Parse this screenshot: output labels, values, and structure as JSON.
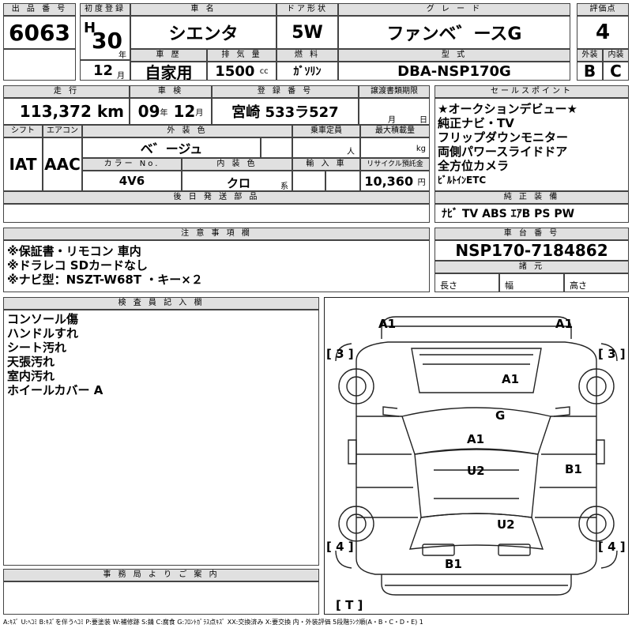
{
  "header": {
    "lot_label": "出 品 番 号",
    "lot": "6063",
    "first_reg_label": "初度登録",
    "era": "H",
    "year": "30",
    "year_unit": "年",
    "month": "12",
    "month_unit": "月",
    "name_label": "車 名",
    "name": "シエンタ",
    "door_label": "ドア形状",
    "door": "5W",
    "grade_label": "グ レ ー ド",
    "grade": "ファンベ゛ースG",
    "score_label": "評価点",
    "score": "4",
    "history_label": "車 歴",
    "history": "自家用",
    "disp_label": "排 気 量",
    "disp": "1500",
    "disp_unit": "cc",
    "fuel_label": "燃 料",
    "fuel": "ｶﾞｿﾘﾝ",
    "model_label": "型 式",
    "model": "DBA-NSP170G",
    "ext_label": "外装",
    "ext": "B",
    "int_label": "内装",
    "int": "C"
  },
  "row2": {
    "mileage_label": "走 行",
    "mileage": "113,372",
    "mileage_unit": "km",
    "inspect_label": "車 検",
    "inspect_y": "09",
    "inspect_yu": "年",
    "inspect_m": "12",
    "inspect_mu": "月",
    "plate_label": "登 録 番 号",
    "plate": "宮崎 533ラ527",
    "transfer_label": "譲渡書類期限",
    "transfer_m": "月",
    "transfer_d": "日",
    "shift_label": "シフト",
    "shift": "IAT",
    "ac_label": "エアコン",
    "ac": "AAC",
    "color_label": "外 装 色",
    "color": "ベ゛ージュ",
    "capacity_label": "乗車定員",
    "capacity_unit": "人",
    "load_label": "最大積載量",
    "load_unit": "kg",
    "colorno_label": "カラー No.",
    "colorno": "4V6",
    "intcolor_label": "内 装 色",
    "intcolor": "クロ",
    "intcolor_unit": "系",
    "import_label": "輸 入 車",
    "recycle_label": "リサイクル預託金",
    "recycle": "10,360",
    "recycle_unit": "円",
    "later_label": "後 日 発 送 部 品"
  },
  "sales": {
    "label": "セールスポイント",
    "items": [
      "★オークションデビュー★",
      "純正ナビ・TV",
      "フリップダウンモニター",
      "両側パワースライドドア",
      "全方位カメラ",
      "ﾋﾞﾙﾄｲﾝETC"
    ],
    "equip_label": "純 正 装 備",
    "equip": "ﾅﾋﾞ TV ABS ｴｱB PS PW"
  },
  "notes": {
    "label": "注 意 事 項 欄",
    "items": [
      "※保証書・リモコン 車内",
      "※ドラレコ SDカードなし",
      "※ナビ型：NSZT-W68T ・キー×２"
    ]
  },
  "chassis": {
    "label": "車 台 番 号",
    "value": "NSP170-7184862",
    "spec_label": "諸 元",
    "len": "長さ",
    "wid": "幅",
    "hgt": "高さ"
  },
  "inspector": {
    "label": "検 査 員 記 入 欄",
    "items": [
      "コンソール傷",
      "ハンドルすれ",
      "シート汚れ",
      "天張汚れ",
      "室内汚れ",
      "ホイールカバー A"
    ]
  },
  "office": {
    "label": "事 務 局 よ り ご 案 内"
  },
  "diagram": {
    "marks": [
      "A1",
      "A1",
      "A1",
      "G",
      "A1",
      "U2",
      "B1",
      "U2",
      "B1"
    ],
    "brackets": [
      "[ 3 ]",
      "[ 3 ]",
      "[ 4 ]",
      "[ 4 ]",
      "[ T ]"
    ]
  },
  "legend": "A:ｷｽﾞ U:ﾍｺﾐ B:ｷｽﾞを伴うﾍｺﾐ P:要塗装 W:補修跡 S:錆 C:腐食 G:ﾌﾛﾝﾄｶﾞﾗｽ点ｷｽﾞ XX:交換済み X:要交換 内・外装評価 5段階ﾗﾝｸ順(A・B・C・D・E) 1"
}
